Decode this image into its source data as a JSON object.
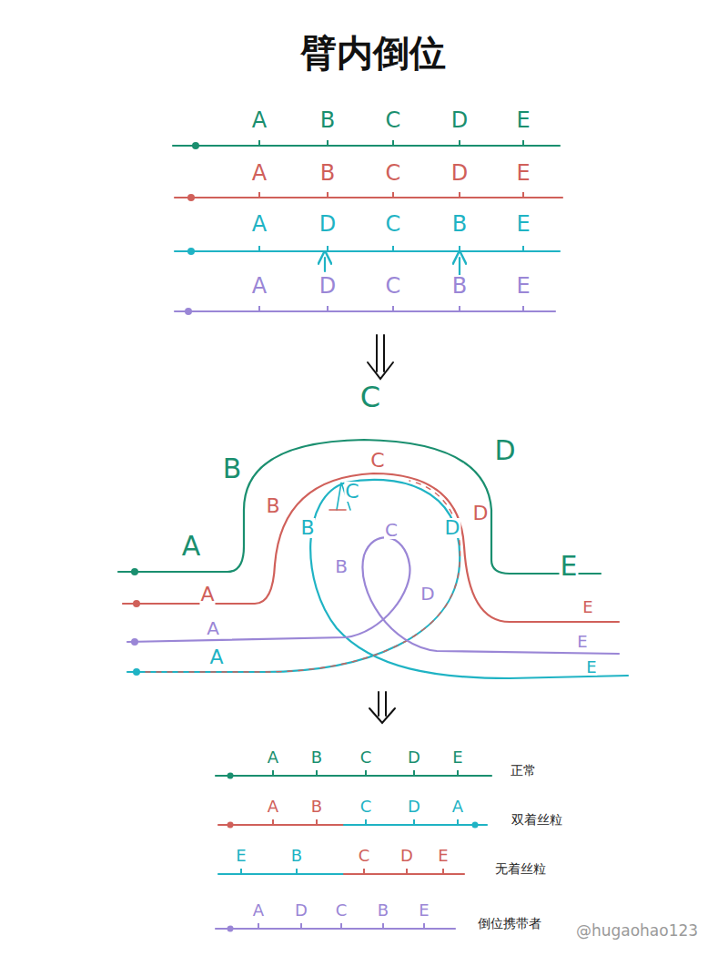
{
  "diagram": {
    "title": "臂内倒位",
    "labels": [
      "A",
      "B",
      "C",
      "D",
      "E",
      "A",
      "B",
      "C",
      "D",
      "E",
      "A",
      "D",
      "C",
      "B",
      "E",
      "A",
      "D",
      "C",
      "B",
      "E",
      "A",
      "B",
      "C",
      "D",
      "E",
      "A",
      "B",
      "C",
      "D",
      "E",
      "A",
      "B",
      "C",
      "D",
      "E",
      "A",
      "B",
      "C",
      "D",
      "E",
      "A",
      "B",
      "C",
      "D",
      "E",
      "正常",
      "A",
      "B",
      "C",
      "D",
      "A",
      "双着丝粒",
      "E",
      "B",
      "C",
      "D",
      "E",
      "无着丝粒",
      "A",
      "D",
      "C",
      "B",
      "E",
      "倒位携带者",
      "@hugaohao123"
    ]
  }
}
